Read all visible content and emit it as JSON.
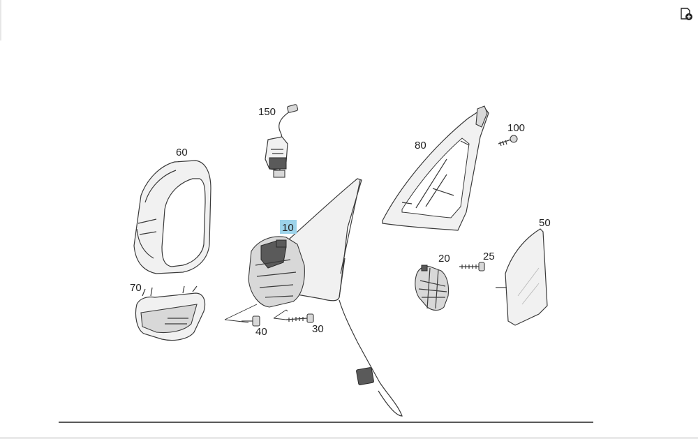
{
  "toolbar": {
    "action_icon": "add-to-list-icon"
  },
  "diagram": {
    "callouts": [
      {
        "id": "150",
        "label": "150",
        "highlighted": false
      },
      {
        "id": "60",
        "label": "60",
        "highlighted": false
      },
      {
        "id": "80",
        "label": "80",
        "highlighted": false
      },
      {
        "id": "100",
        "label": "100",
        "highlighted": false
      },
      {
        "id": "10",
        "label": "10",
        "highlighted": true
      },
      {
        "id": "50",
        "label": "50",
        "highlighted": false
      },
      {
        "id": "20",
        "label": "20",
        "highlighted": false
      },
      {
        "id": "25",
        "label": "25",
        "highlighted": false
      },
      {
        "id": "70",
        "label": "70",
        "highlighted": false
      },
      {
        "id": "40",
        "label": "40",
        "highlighted": false
      },
      {
        "id": "30",
        "label": "30",
        "highlighted": false
      }
    ],
    "highlight_color": "#9cd3ea"
  }
}
